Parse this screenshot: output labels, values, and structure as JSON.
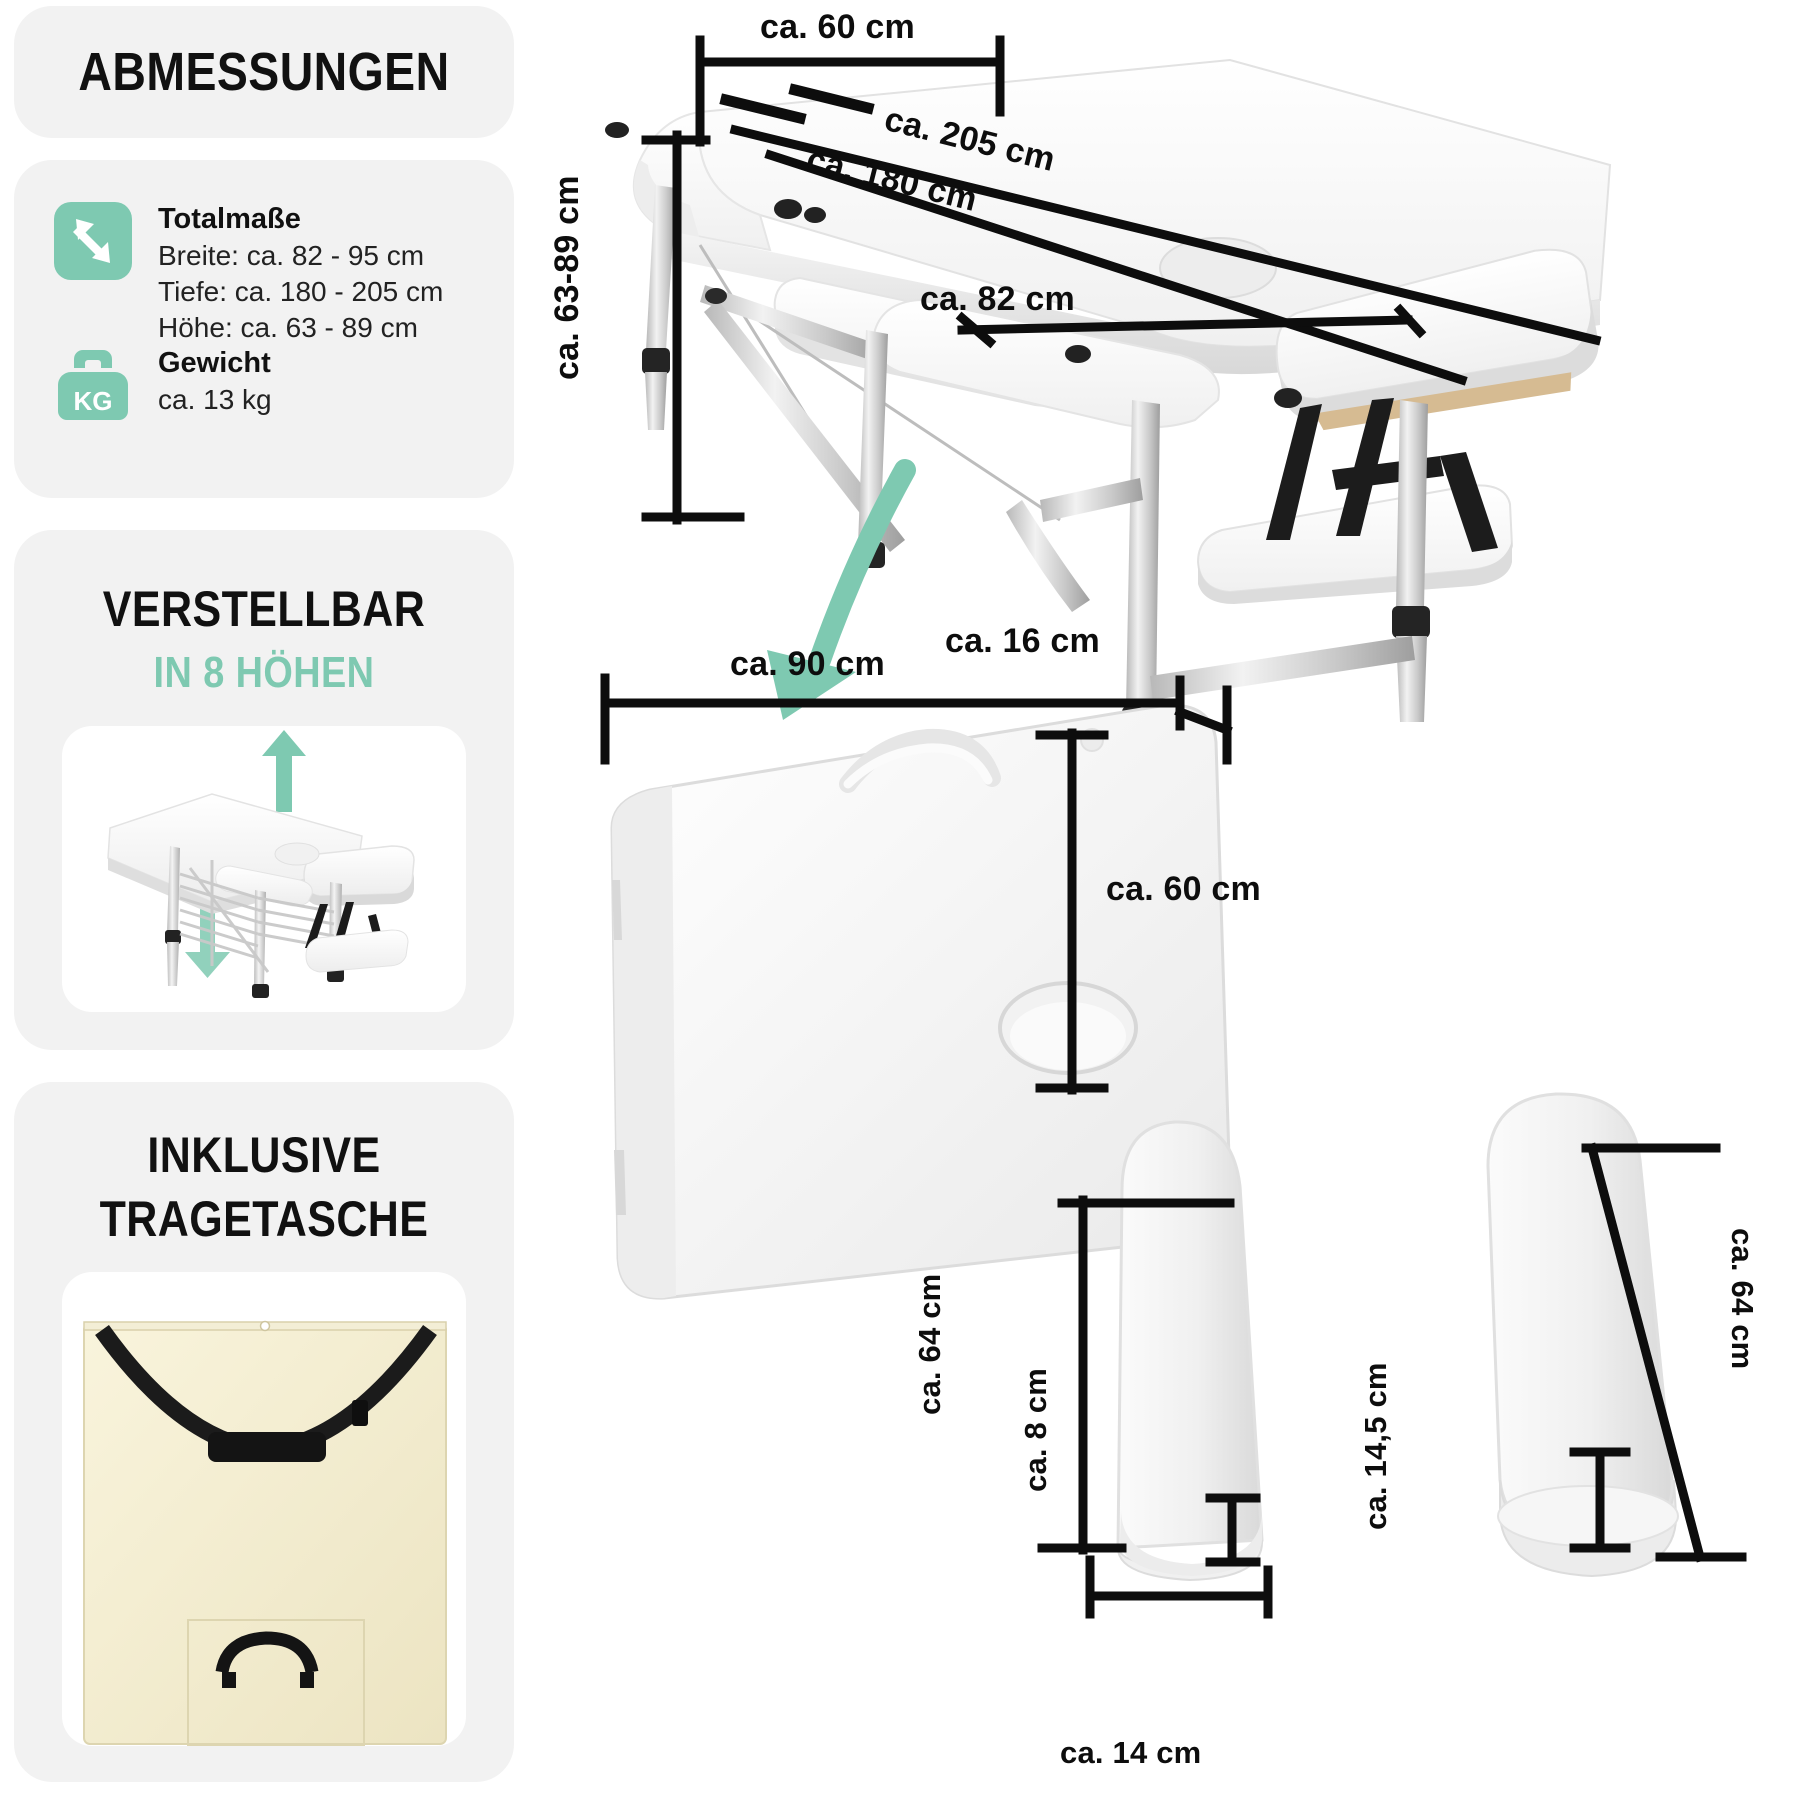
{
  "colors": {
    "accent": "#7ec9b1",
    "panel_bg": "#f2f2f2",
    "ink": "#111111",
    "bag_cream": "#f7f2d9"
  },
  "sidebar": {
    "header": {
      "title": "ABMESSUNGEN"
    },
    "specs": {
      "total": {
        "icon": "diagonal-arrows-icon",
        "label": "Totalmaße",
        "lines": [
          "Breite: ca. 82 - 95 cm",
          "Tiefe: ca. 180 - 205 cm",
          "Höhe: ca. 63 - 89 cm"
        ]
      },
      "weight": {
        "icon": "kg-weight-icon",
        "icon_text": "KG",
        "label": "Gewicht",
        "lines": [
          "ca. 13 kg"
        ]
      }
    },
    "adjustable": {
      "title_line1": "VERSTELLBAR",
      "title_line2": "IN 8 HÖHEN",
      "photo_alt": "massage-table-height-adjust-photo"
    },
    "bag": {
      "title_line1": "INKLUSIVE",
      "title_line2": "TRAGETASCHE",
      "photo_alt": "carrying-bag-photo"
    }
  },
  "diagram": {
    "table_open": {
      "alt": "open-massage-table-photo",
      "labels": {
        "width_top": "ca. 60 cm",
        "length_outer": "ca. 205 cm",
        "length_inner": "ca. 180 cm",
        "height": "ca. 63-89 cm",
        "width_bed": "ca. 82 cm"
      }
    },
    "table_folded": {
      "alt": "folded-massage-table-case-photo",
      "labels": {
        "width": "ca. 90 cm",
        "thickness": "ca. 16 cm",
        "height": "ca. 60 cm"
      }
    },
    "bolster_left": {
      "alt": "half-round-bolster-photo",
      "labels": {
        "length": "ca. 64 cm",
        "height": "ca. 8 cm",
        "width": "ca. 14 cm"
      }
    },
    "bolster_right": {
      "alt": "round-bolster-photo",
      "labels": {
        "length": "ca. 64 cm",
        "diameter": "ca. 14,5 cm"
      }
    },
    "fold_arrow": "curved-down-arrow-icon"
  }
}
